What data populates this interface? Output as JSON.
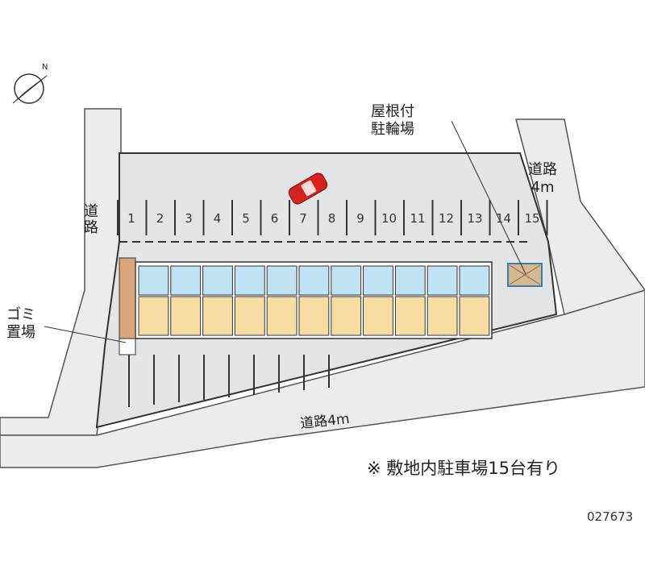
{
  "compass": {
    "north_label": "N",
    "icon": "compass-icon"
  },
  "roads": {
    "left": "道路",
    "right_name": "道路",
    "right_width": "4m",
    "bottom": "道路4m"
  },
  "labels": {
    "bike_parking_line1": "屋根付",
    "bike_parking_line2": "駐輪場",
    "garbage_line1": "ゴミ",
    "garbage_line2": "置場"
  },
  "parking_slots": [
    "1",
    "2",
    "3",
    "4",
    "5",
    "6",
    "7",
    "8",
    "9",
    "10",
    "11",
    "12",
    "13",
    "14",
    "15"
  ],
  "note": "※ 敷地内駐車場15台有り",
  "property_id": "027673",
  "colors": {
    "lot": "#e3e4e6",
    "road": "#ececee",
    "unit_upper": "#bfe3f2",
    "unit_lower": "#f8dca4",
    "car": "#d8201f"
  }
}
